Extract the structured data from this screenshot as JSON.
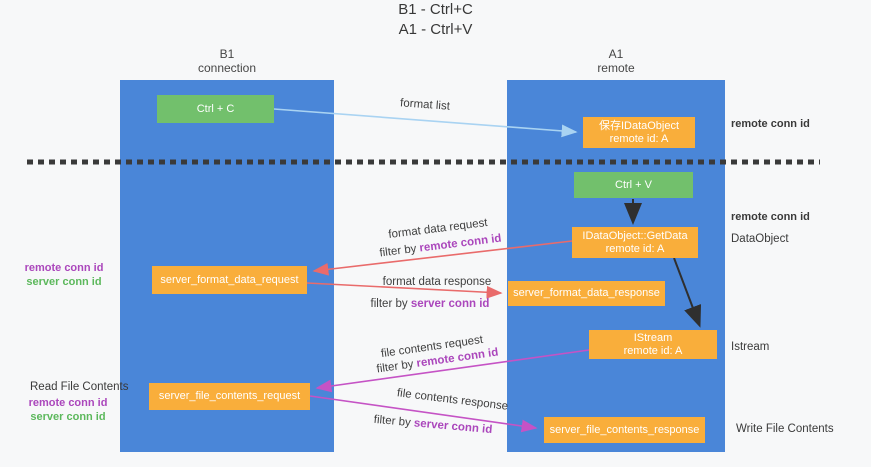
{
  "title": {
    "line1": "B1 - Ctrl+C",
    "line2": "A1 - Ctrl+V"
  },
  "lanes": {
    "left": {
      "name_line": "B1",
      "role_line": "connection"
    },
    "right": {
      "name_line": "A1",
      "role_line": "remote"
    }
  },
  "nodes": {
    "ctrl_c": {
      "label": "Ctrl + C"
    },
    "save_idataobject": {
      "line1": "保存IDataObject",
      "line2": "remote id: A"
    },
    "ctrl_v": {
      "label": "Ctrl + V"
    },
    "getdata": {
      "line1": "IDataObject::GetData",
      "line2": "remote id: A"
    },
    "server_format_data_request": {
      "label": "server_format_data_request"
    },
    "server_format_data_response": {
      "label": "server_format_data_response"
    },
    "istream": {
      "line1": "IStream",
      "line2": "remote id: A"
    },
    "server_file_contents_request": {
      "label": "server_file_contents_request"
    },
    "server_file_contents_response": {
      "label": "server_file_contents_response"
    }
  },
  "edge_labels": {
    "format_list": "format list",
    "format_data_request": "format data request",
    "format_data_response": "format data response",
    "file_contents_request": "file contents request",
    "file_contents_response": "file contents response",
    "filter_by": "filter by ",
    "remote_conn_id": "remote conn id",
    "server_conn_id": "server conn id"
  },
  "side_labels": {
    "right_remote_conn_id_top": "remote conn id",
    "right_remote_conn_id_mid": "remote conn id",
    "right_dataobject": "DataObject",
    "right_istream": "Istream",
    "right_write_file_contents": "Write File Contents",
    "left_remote_conn_id_mid": "remote conn id",
    "left_server_conn_id_mid": "server conn id",
    "left_read_file_contents": "Read File Contents",
    "left_remote_conn_id_bottom": "remote conn id",
    "left_server_conn_id_bottom": "server conn id"
  },
  "colors": {
    "lane_blue": "#4a86d8",
    "box_green": "#72c06c",
    "box_orange": "#f9ae3b",
    "arrow_light_blue": "#a9d3f2",
    "arrow_red": "#e96b6b",
    "arrow_magenta": "#c553c5",
    "arrow_black": "#2f2f2f",
    "label_purple": "#ab47bc",
    "label_green": "#5cb85c",
    "separator_dark": "#3a3a3a",
    "background": "#f7f8f9"
  }
}
